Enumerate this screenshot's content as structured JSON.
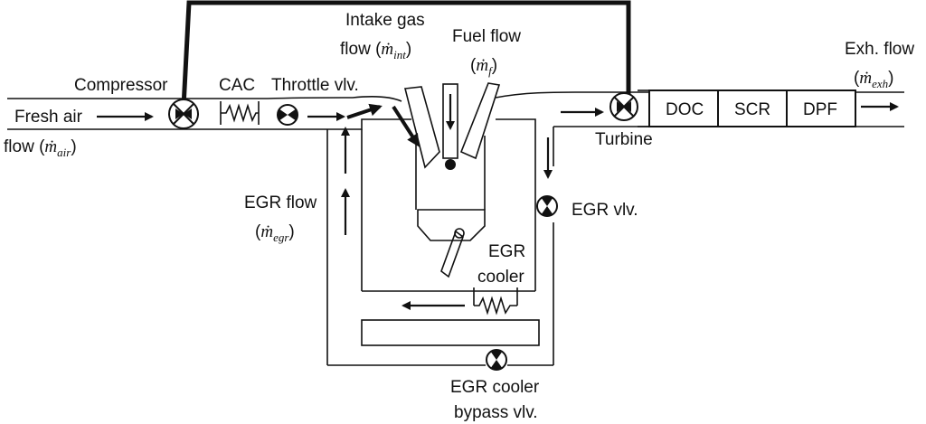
{
  "labels": {
    "compressor": "Compressor",
    "cac": "CAC",
    "throttle": "Throttle vlv.",
    "intake_line1": "Intake gas",
    "intake_line2_prefix": "flow (",
    "intake_var": "ṁ",
    "intake_sub": "int",
    "fuel_line1": "Fuel flow",
    "fuel_var": "ṁ",
    "fuel_sub": "f",
    "exh_line1": "Exh. flow",
    "exh_var": "ṁ",
    "exh_sub": "exh",
    "fresh_line1": "Fresh air",
    "fresh_line2_prefix": "flow (",
    "fresh_var": "ṁ",
    "fresh_sub": "air",
    "turbine": "Turbine",
    "doc": "DOC",
    "scr": "SCR",
    "dpf": "DPF",
    "egr_flow_line1": "EGR flow",
    "egr_flow_var": "ṁ",
    "egr_flow_sub": "egr",
    "egr_vlv": "EGR vlv.",
    "egr_cooler_line1": "EGR",
    "egr_cooler_line2": "cooler",
    "bypass_line1": "EGR cooler",
    "bypass_line2": "bypass vlv.",
    "open_paren": "(",
    "close_paren": ")"
  }
}
